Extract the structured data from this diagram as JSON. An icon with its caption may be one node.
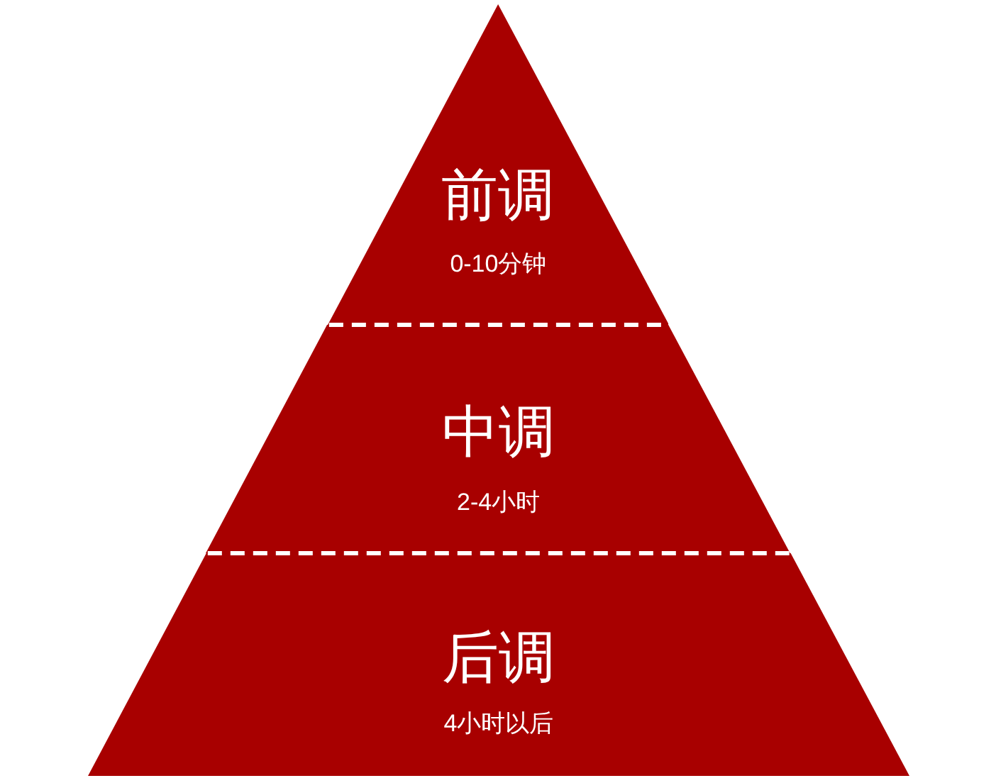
{
  "diagram": {
    "nodes": [
      {
        "text": [
          "前调",
          "0-10分钟"
        ]
      },
      {
        "text": [
          "中调",
          "2-4小时"
        ]
      },
      {
        "text": [
          "后调",
          "4小时以后"
        ]
      }
    ]
  }
}
